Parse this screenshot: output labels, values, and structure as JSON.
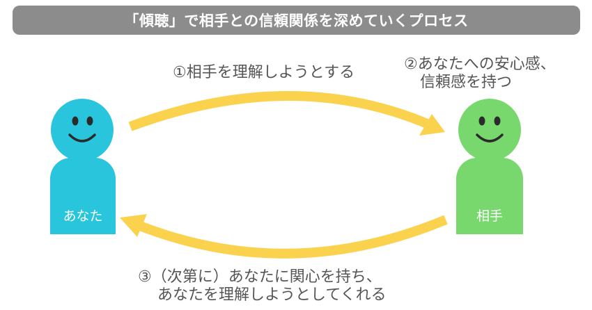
{
  "title": "「傾聴」で相手との信頼関係を深めていくプロセス",
  "steps": {
    "step1": "①相手を理解しようとする",
    "step2_line1": "②あなたへの安心感、",
    "step2_line2": "信頼感を持つ",
    "step3_line1": "③（次第に）あなたに関心を持ち、",
    "step3_line2": "あなたを理解しようとしてくれる"
  },
  "people": {
    "you": {
      "label": "あなた",
      "color": "#29c5dc"
    },
    "partner": {
      "label": "相手",
      "color": "#78d86e"
    }
  },
  "colors": {
    "arrow": "#fbd24e",
    "face": "#2b2b2b",
    "title_bg": "#8c8c8c"
  }
}
